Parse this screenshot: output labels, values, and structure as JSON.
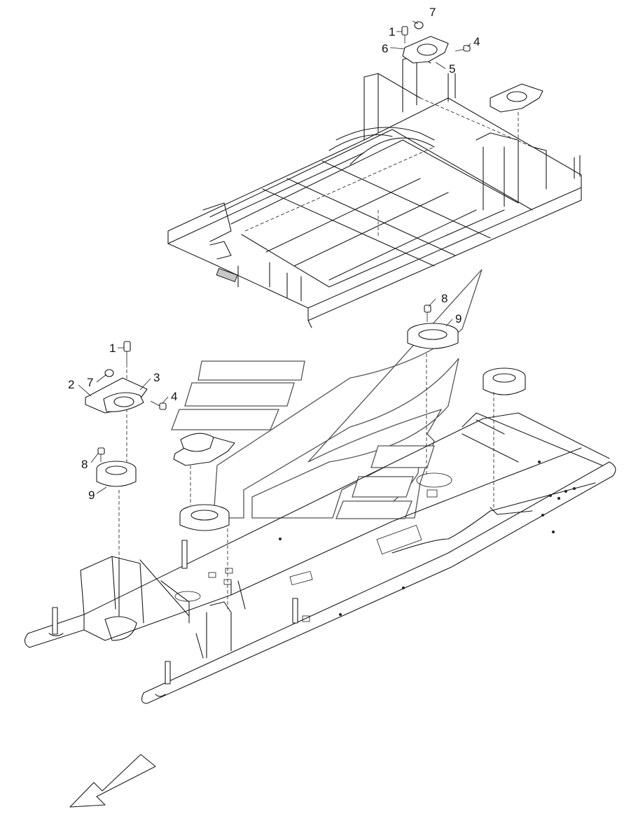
{
  "diagram": {
    "callouts": [
      {
        "id": "c1",
        "text": "7"
      },
      {
        "id": "c2",
        "text": "1"
      },
      {
        "id": "c3",
        "text": "4"
      },
      {
        "id": "c4",
        "text": "6"
      },
      {
        "id": "c5",
        "text": "5"
      },
      {
        "id": "c6",
        "text": "8"
      },
      {
        "id": "c7",
        "text": "9"
      },
      {
        "id": "c8",
        "text": "1"
      },
      {
        "id": "c9",
        "text": "3"
      },
      {
        "id": "c10",
        "text": "2"
      },
      {
        "id": "c11",
        "text": "7"
      },
      {
        "id": "c12",
        "text": "4"
      },
      {
        "id": "c13",
        "text": "8"
      },
      {
        "id": "c14",
        "text": "9"
      }
    ]
  }
}
